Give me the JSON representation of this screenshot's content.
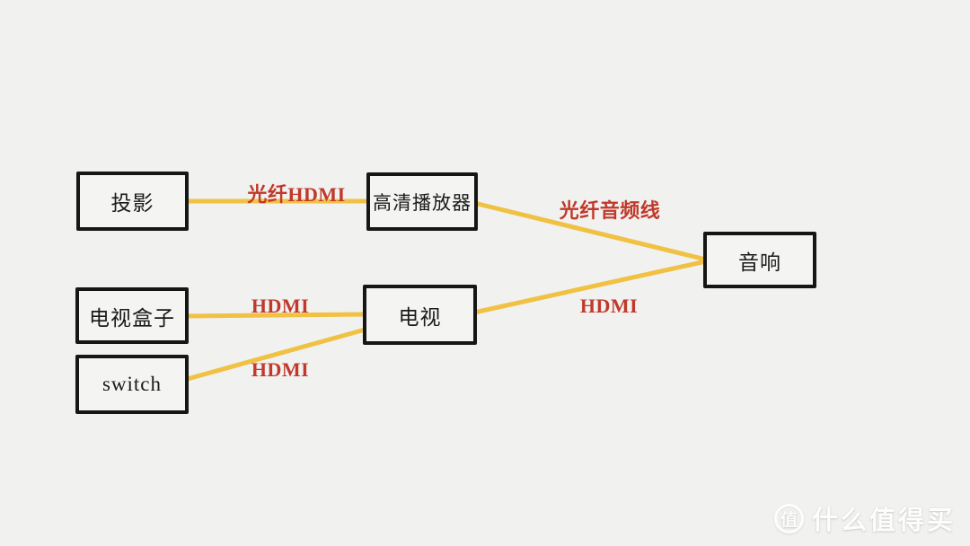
{
  "diagram": {
    "title": "home-av-wiring-diagram",
    "nodes": [
      {
        "id": "projector",
        "label": "投影"
      },
      {
        "id": "hd-player",
        "label": "高清播放器"
      },
      {
        "id": "tv-box",
        "label": "电视盒子"
      },
      {
        "id": "switch",
        "label": "switch"
      },
      {
        "id": "tv",
        "label": "电视"
      },
      {
        "id": "speaker",
        "label": "音响"
      }
    ],
    "edges": [
      {
        "from": "projector",
        "to": "hd-player",
        "label": "光纤HDMI"
      },
      {
        "from": "hd-player",
        "to": "speaker",
        "label": "光纤音频线"
      },
      {
        "from": "tv-box",
        "to": "tv",
        "label": "HDMI"
      },
      {
        "from": "switch",
        "to": "tv",
        "label": "HDMI"
      },
      {
        "from": "tv",
        "to": "speaker",
        "label": "HDMI"
      }
    ]
  },
  "watermark": {
    "badge": "值",
    "text": "什么值得买"
  },
  "colors": {
    "cable": "#f0c142",
    "edge_label": "#c0392b",
    "node_border": "#161616",
    "background": "#f1f1f0"
  }
}
